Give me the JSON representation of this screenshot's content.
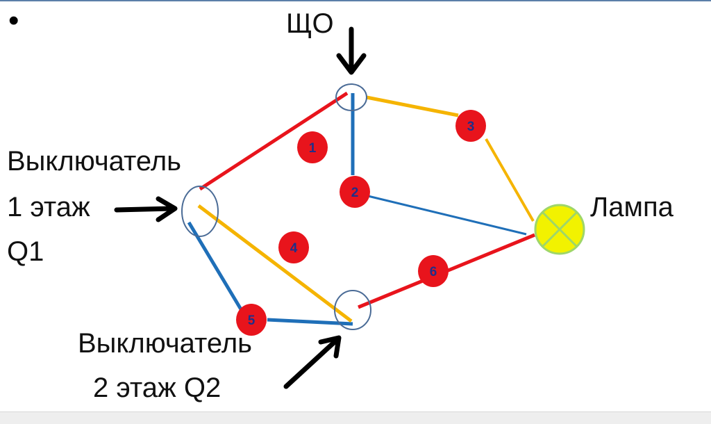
{
  "bullet": "•",
  "labels": {
    "panel": "ЩО",
    "switch1": [
      "Выключатель",
      "1 этаж",
      "Q1"
    ],
    "switch2": [
      "Выключатель",
      "2 этаж Q2"
    ],
    "lamp": "Лампа"
  },
  "wires": [
    {
      "num": "1",
      "color": "#e8141c"
    },
    {
      "num": "2",
      "color": "#1f6fb8"
    },
    {
      "num": "3",
      "color": "#f5b400"
    },
    {
      "num": "4",
      "color": "#f5b400"
    },
    {
      "num": "5",
      "color": "#1f6fb8"
    },
    {
      "num": "6",
      "color": "#e8141c"
    }
  ],
  "colors": {
    "red": "#e8141c",
    "blue": "#1f6fb8",
    "yellow": "#f5b400",
    "junction": "#4a6b96",
    "lamp_fill": "#f2f200",
    "lamp_stroke": "#9ed66a",
    "arrow": "#000000"
  }
}
